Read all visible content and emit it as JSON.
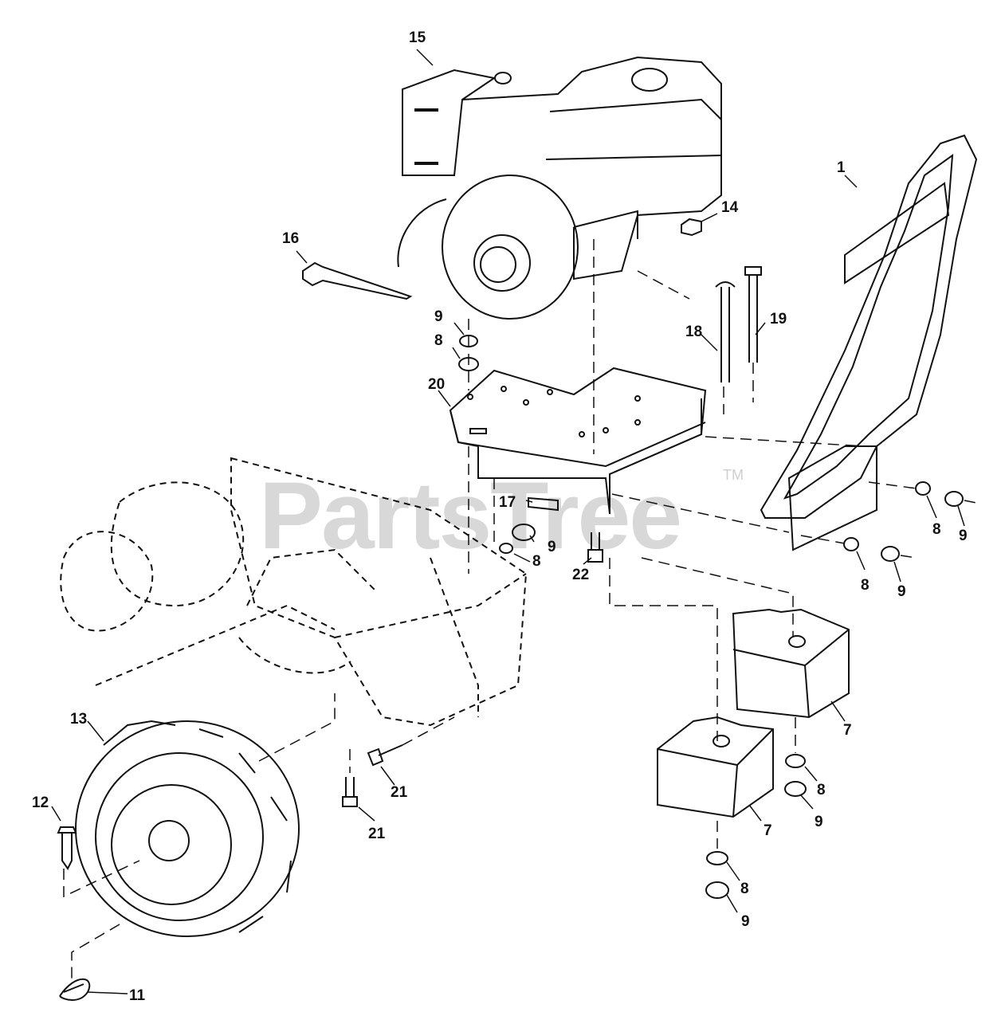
{
  "watermark": {
    "text": "PartsTree",
    "trademark": "TM"
  },
  "callouts": [
    {
      "id": "c15",
      "label": "15"
    },
    {
      "id": "c1",
      "label": "1"
    },
    {
      "id": "c14",
      "label": "14"
    },
    {
      "id": "c16",
      "label": "16"
    },
    {
      "id": "c9a",
      "label": "9"
    },
    {
      "id": "c8a",
      "label": "8"
    },
    {
      "id": "c18",
      "label": "18"
    },
    {
      "id": "c19",
      "label": "19"
    },
    {
      "id": "c20",
      "label": "20"
    },
    {
      "id": "c17",
      "label": "17"
    },
    {
      "id": "c9b",
      "label": "9"
    },
    {
      "id": "c8b",
      "label": "8"
    },
    {
      "id": "c22",
      "label": "22"
    },
    {
      "id": "c8c",
      "label": "8"
    },
    {
      "id": "c9c",
      "label": "9"
    },
    {
      "id": "c8d",
      "label": "8"
    },
    {
      "id": "c9d",
      "label": "9"
    },
    {
      "id": "c13",
      "label": "13"
    },
    {
      "id": "c7a",
      "label": "7"
    },
    {
      "id": "c21a",
      "label": "21"
    },
    {
      "id": "c8e",
      "label": "8"
    },
    {
      "id": "c12",
      "label": "12"
    },
    {
      "id": "c9e",
      "label": "9"
    },
    {
      "id": "c21b",
      "label": "21"
    },
    {
      "id": "c7b",
      "label": "7"
    },
    {
      "id": "c8f",
      "label": "8"
    },
    {
      "id": "c9f",
      "label": "9"
    },
    {
      "id": "c11",
      "label": "11"
    }
  ]
}
